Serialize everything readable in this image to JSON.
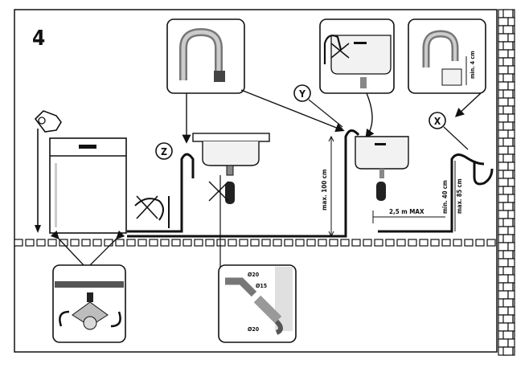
{
  "step_number": "4",
  "markers": {
    "x": "X",
    "y": "Y",
    "z": "Z"
  },
  "dimensions": {
    "max_height": "max. 100 cm",
    "min_height": "min. 40 cm",
    "max_height_2": "max. 85 cm",
    "min_4": "min. 4 cm",
    "hose_length": "2,5 m MAX"
  },
  "adapter": {
    "d1": "Ø20",
    "d2": "Ø15",
    "d3": "Ø20"
  },
  "colors": {
    "line": "#111111",
    "fill_light": "#e6e6e6",
    "fill_mid": "#bdbdbd",
    "fill_dark": "#5a5a5a"
  }
}
